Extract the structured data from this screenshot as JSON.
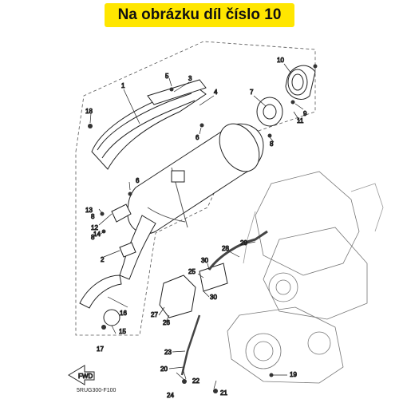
{
  "banner": {
    "text": "Na obrázku díl číslo 10",
    "background": "#ffe600"
  },
  "callouts": {
    "c1": "1",
    "c2": "2",
    "c3": "3",
    "c4": "4",
    "c5": "5",
    "c6a": "6",
    "c6b": "6",
    "c7": "7",
    "c8a": "8",
    "c8b": "8",
    "c8c": "8",
    "c9": "9",
    "c10": "10",
    "c11": "11",
    "c12": "12",
    "c13": "13",
    "c14": "14",
    "c15": "15",
    "c16": "16",
    "c17": "17",
    "c18": "18",
    "c19": "19",
    "c20": "20",
    "c21": "21",
    "c22": "22",
    "c23": "23",
    "c24": "24",
    "c25": "25",
    "c26": "26",
    "c27": "27",
    "c28": "28",
    "c29": "29",
    "c30a": "30",
    "c30b": "30"
  },
  "fwd_label": "FWD",
  "diagram_code": "5RUG300-F100"
}
